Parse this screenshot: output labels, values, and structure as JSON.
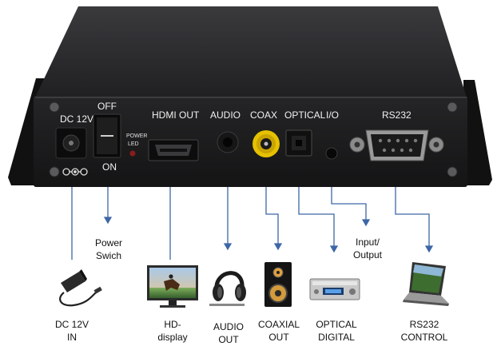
{
  "panel": {
    "dc_label": "DC 12V",
    "off_label": "OFF",
    "on_label": "ON",
    "power_led_line1": "POWER",
    "power_led_line2": "LED",
    "hdmi_label": "HDMI OUT",
    "audio_label": "AUDIO",
    "coax_label": "COAX",
    "optical_label": "OPTICAL",
    "io_label": "I/O",
    "rs232_label": "RS232"
  },
  "annotations": {
    "power_switch": [
      "Power",
      "Swich"
    ],
    "input_output": [
      "Input/",
      "Output"
    ]
  },
  "devices": {
    "dc": [
      "DC 12V",
      "IN"
    ],
    "hd": [
      "HD-",
      "display"
    ],
    "audio": [
      "AUDIO",
      "OUT"
    ],
    "coax": [
      "COAXIAL",
      "OUT"
    ],
    "optical": [
      "OPTICAL",
      "DIGITAL"
    ],
    "rs232": [
      "RS232",
      "CONTROL"
    ]
  },
  "colors": {
    "case": "#1b1b1d",
    "callout_line": "#3d67a6",
    "coax_ring": "#e6c100"
  }
}
